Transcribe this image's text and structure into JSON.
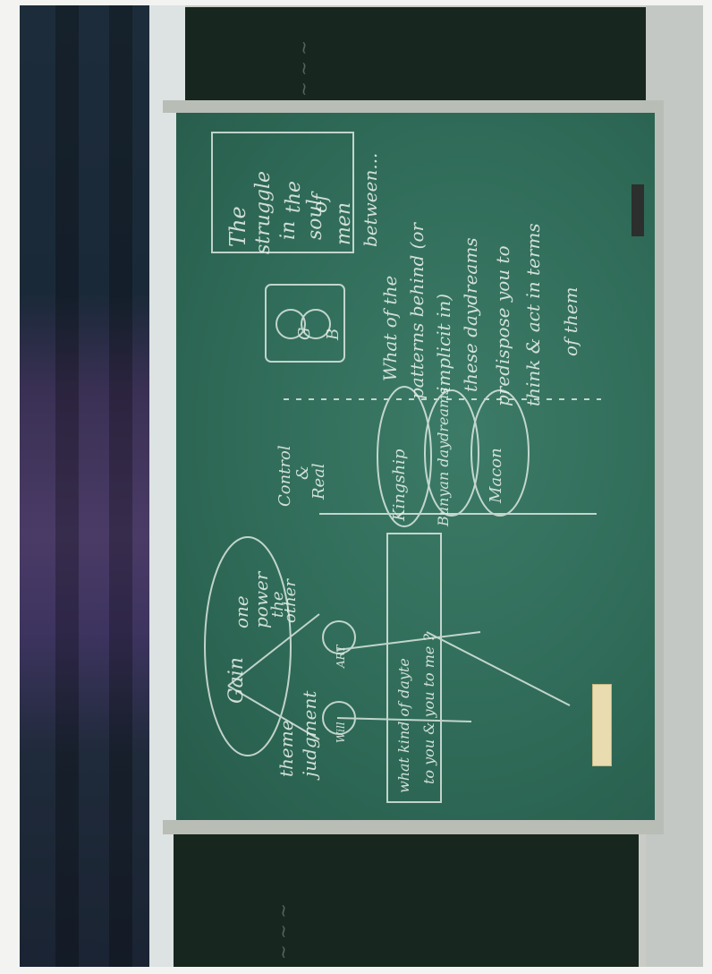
{
  "chalkboard": {
    "boxed_note": [
      "The",
      "struggle",
      "in",
      "the",
      "soul",
      "of",
      "men",
      "between..."
    ],
    "scroll_letters": [
      "G",
      "B"
    ],
    "questions": [
      "What of the",
      "patterns behind (or",
      "implicit in)",
      "these daydreams",
      "predispose you to",
      "think & act in terms",
      "of them"
    ],
    "oval_labels": [
      "Kingship",
      "Bunyan daydreams",
      "Macon"
    ],
    "control_note": [
      "Control",
      "&",
      "Real"
    ],
    "left_oval": [
      "Gain",
      "one",
      "power",
      "the",
      "other"
    ],
    "theme_note": [
      "theme",
      "judgment"
    ],
    "bottom_note": [
      "what kind of dayte",
      "to you & you to me ?"
    ],
    "small_circles": [
      "ART",
      "Will"
    ]
  },
  "colors": {
    "board": "#2f6b58",
    "chalk": "#e6efe9",
    "drape": "#3a3054"
  }
}
